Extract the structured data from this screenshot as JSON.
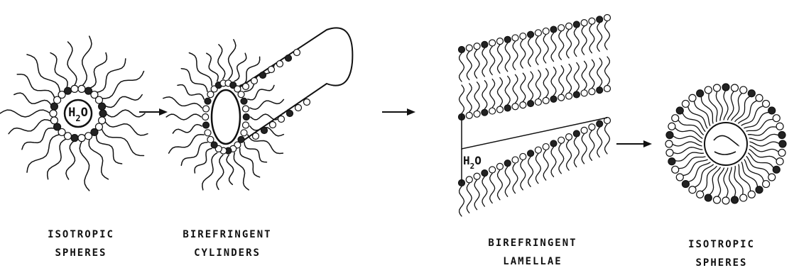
{
  "diagram": {
    "water_label": "H2O",
    "water_main": "H",
    "water_sub": "2",
    "water_end": "O",
    "stages": [
      {
        "line1": "ISOTROPIC",
        "line2": "SPHERES"
      },
      {
        "line1": "BIREFRINGENT",
        "line2": "CYLINDERS"
      },
      {
        "line1": "BIREFRINGENT",
        "line2": "LAMELLAE"
      },
      {
        "line1": "ISOTROPIC",
        "line2": "SPHERES"
      }
    ]
  }
}
